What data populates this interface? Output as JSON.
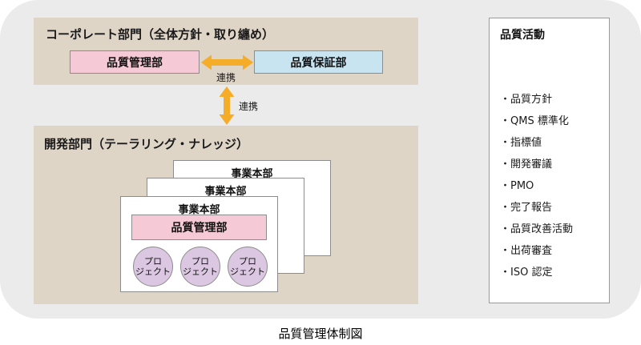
{
  "colors": {
    "card_bg": "#EBEBEB",
    "section_bg": "#DFD5C7",
    "pink_box": "#F5CAD6",
    "blue_box": "#C8E4F1",
    "project_circle": "#DBC7E1",
    "arrow": "#F5AC28",
    "box_border": "#8C8C8C"
  },
  "corporate": {
    "title": "コーポレート部門（全体方針・取り纏め）",
    "quality_management_dept": "品質管理部",
    "quality_assurance_dept": "品質保証部",
    "link_label": "連携"
  },
  "vertical_link": {
    "label": "連携"
  },
  "development": {
    "title": "開発部門（テーラリング・ナレッジ）",
    "units": [
      {
        "label": "事業本部"
      },
      {
        "label": "事業本部"
      },
      {
        "label": "事業本部"
      }
    ],
    "quality_management_dept": "品質管理部",
    "projects": [
      {
        "label": "プロ\nジェクト"
      },
      {
        "label": "プロ\nジェクト"
      },
      {
        "label": "プロ\nジェクト"
      }
    ]
  },
  "activities": {
    "title": "品質活動",
    "items": [
      "・品質方針",
      "・QMS 標準化",
      "・指標値",
      "・開発審議",
      "・PMO",
      "・完了報告",
      "・品質改善活動",
      "・出荷審査",
      "・ISO 認定"
    ]
  },
  "caption": "品質管理体制図"
}
